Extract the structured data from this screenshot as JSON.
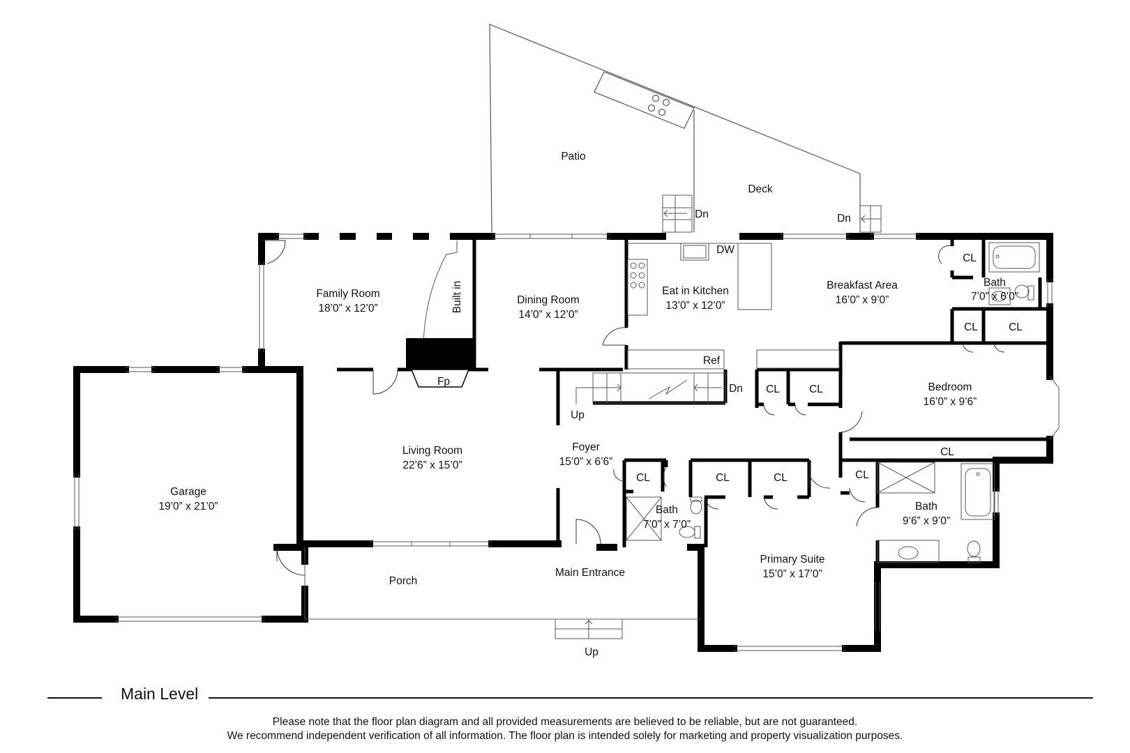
{
  "level_title": "Main Level",
  "disclaimer": [
    "Please note that the floor plan diagram and all provided measurements are believed to be reliable, but are not guaranteed.",
    "We recommend independent verification of all information. The floor plan is intended solely for marketing and property visualization purposes."
  ],
  "rooms": {
    "patio": {
      "name": "Patio"
    },
    "deck": {
      "name": "Deck"
    },
    "family_room": {
      "name": "Family Room",
      "size": "18’0” x 12’0”"
    },
    "dining_room": {
      "name": "Dining Room",
      "size": "14’0” x 12’0”"
    },
    "kitchen": {
      "name": "Eat in Kitchen",
      "size": "13’0” x 12’0”"
    },
    "breakfast": {
      "name": "Breakfast Area",
      "size": "16’0” x 9’0”"
    },
    "bath_ne": {
      "name": "Bath",
      "size": "7’0” x 6’0”"
    },
    "bedroom": {
      "name": "Bedroom",
      "size": "16’0” x 9’6”"
    },
    "living_room": {
      "name": "Living Room",
      "size": "22’6” x 15’0”"
    },
    "foyer": {
      "name": "Foyer",
      "size": "15’0” x 6’6”"
    },
    "garage": {
      "name": "Garage",
      "size": "19’0” x 21’0”"
    },
    "bath_hall": {
      "name": "Bath",
      "size": "7’0” x 7’0”"
    },
    "primary_suite": {
      "name": "Primary Suite",
      "size": "15’0” x 17’0”"
    },
    "bath_primary": {
      "name": "Bath",
      "size": "9’6” x 9’0”"
    },
    "porch": {
      "name": "Porch"
    },
    "main_entrance": {
      "name": "Main Entrance"
    }
  },
  "labels": {
    "dn": "Dn",
    "up": "Up",
    "cl": "CL",
    "dw": "DW",
    "ref": "Ref",
    "fp": "Fp",
    "built_in": "Built in"
  }
}
